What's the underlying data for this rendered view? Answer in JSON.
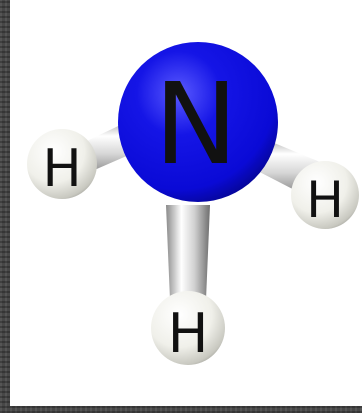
{
  "molecule": {
    "center_atom": {
      "symbol": "N",
      "color": "#0a0adc"
    },
    "ligand_atoms": [
      {
        "symbol": "H",
        "color": "#f2f2ee"
      },
      {
        "symbol": "H",
        "color": "#f2f2ee"
      },
      {
        "symbol": "H",
        "color": "#f2f2ee"
      }
    ],
    "bond_color": "#dcdcdc"
  }
}
